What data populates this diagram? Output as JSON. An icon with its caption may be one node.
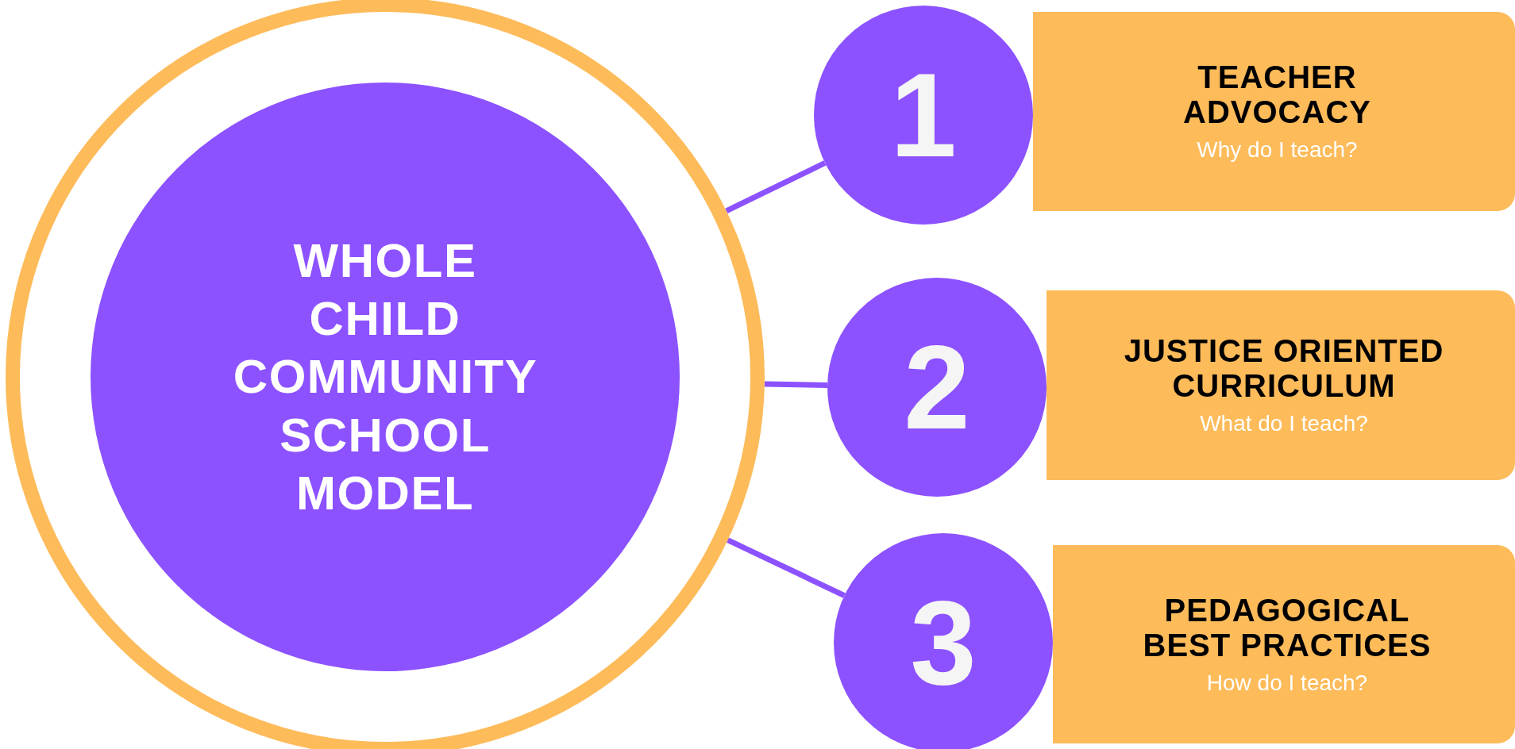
{
  "diagram": {
    "nodes": [
      {
        "text": [],
        "shape": "circle"
      },
      {
        "text": [
          "WHOLE CHILD COMMUNITY SCHOOL MODEL"
        ],
        "in": 0
      },
      {
        "text": [
          "1"
        ]
      },
      {
        "text": [
          "TEACHER ADVOCACY",
          "Why do I teach?"
        ]
      },
      {
        "text": [
          "2"
        ]
      },
      {
        "text": [
          "JUSTICE ORIENTED CURRICULUM",
          "What do I teach?"
        ]
      },
      {
        "text": [
          "3"
        ]
      },
      {
        "text": [
          "PEDAGOGICAL BEST PRACTICES",
          "How do I teach?"
        ]
      }
    ],
    "edges": [
      {
        "from": 0,
        "to": 2,
        "arrow": "none"
      },
      {
        "from": 0,
        "to": 4,
        "arrow": "none"
      },
      {
        "from": 0,
        "to": 6,
        "arrow": "none"
      }
    ]
  }
}
